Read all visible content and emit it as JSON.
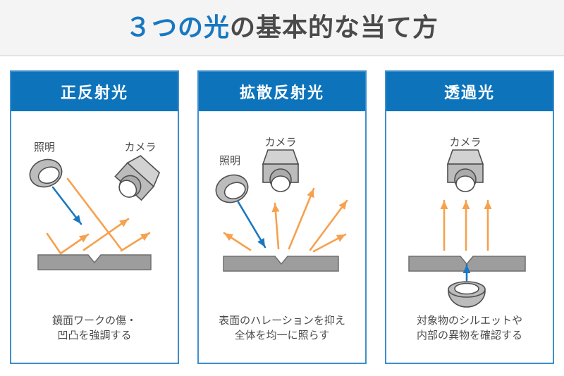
{
  "title": {
    "highlight": "３つの光",
    "rest": "の基本的な当て方"
  },
  "colors": {
    "accent_blue": "#0d74bc",
    "panel_border": "#3e8ecb",
    "arrow_blue": "#1b77c0",
    "orange": "#f6a14e",
    "bar_fill": "#9d9d9d",
    "bar_stroke": "#6e6e6e",
    "device_fill": "#bcbcbc",
    "device_top": "#d2d2d2",
    "device_stroke": "#4f4f4f",
    "text_dark": "#4a4a4a",
    "title_highlight": "#1778c2",
    "band_bg": "#f4f4f4",
    "band_border": "#e2e2e2"
  },
  "panels": [
    {
      "header": "正反射光",
      "labels": {
        "light": "照明",
        "camera": "カメラ"
      },
      "caption_line1": "鏡面ワークの傷・",
      "caption_line2": "凹凸を強調する"
    },
    {
      "header": "拡散反射光",
      "labels": {
        "light": "照明",
        "camera": "カメラ"
      },
      "caption_line1": "表面のハレーションを抑え",
      "caption_line2": "全体を均一に照らす"
    },
    {
      "header": "透過光",
      "labels": {
        "camera": "カメラ"
      },
      "caption_line1": "対象物のシルエットや",
      "caption_line2": "内部の異物を確認する"
    }
  ]
}
